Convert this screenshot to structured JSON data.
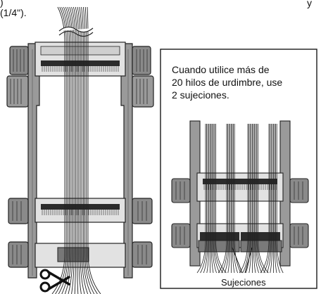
{
  "header": {
    "line1": ")",
    "line_right": "y",
    "line2": "(1/4\")."
  },
  "note": {
    "lines": [
      "Cuando utilice más de",
      "20 hilos de urdimbre, use",
      "2 sujeciones."
    ]
  },
  "callout": {
    "label": "Sujeciones"
  },
  "icons": {
    "cut": "scissors-icon"
  },
  "colors": {
    "frame_gray": "#9a9a9a",
    "frame_dark": "#555555",
    "frame_light": "#d2d2d2",
    "thread": "#222222",
    "border": "#1a1a1a"
  }
}
